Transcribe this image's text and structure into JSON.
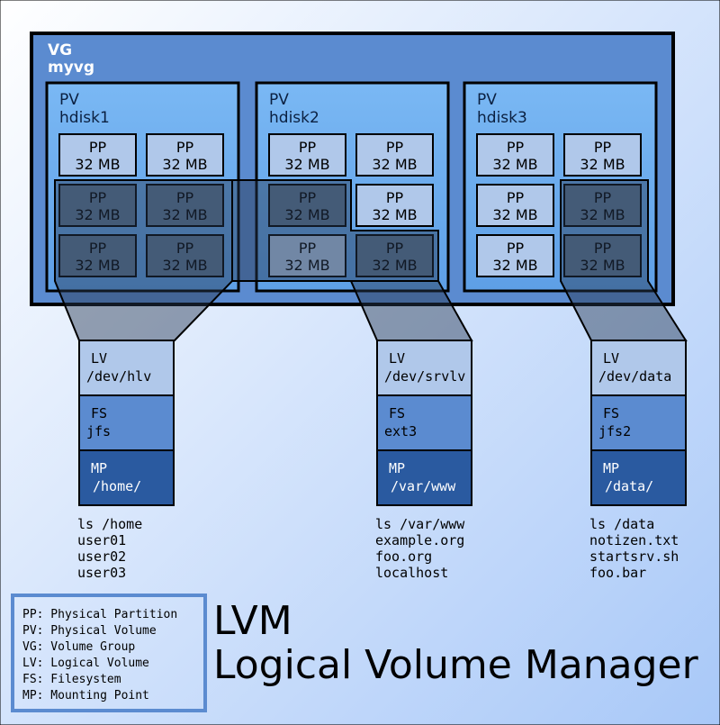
{
  "colors": {
    "background_start": "#ffffff",
    "background_end": "#a8c8f8",
    "vg_fill": "#5b8bd0",
    "pv_fill": "#6aaaee",
    "pp_fill": "#b0c8ea",
    "pp_used_fill": "#5e7896",
    "lv_fill": "#b0c8ea",
    "fs_fill": "#5b8bd0",
    "mp_fill": "#2a5aa0",
    "border": "#000000",
    "legend_border": "#5b8bd0"
  },
  "vg": {
    "type": "VG",
    "name": "myvg"
  },
  "pvs": [
    {
      "type": "PV",
      "name": "hdisk1",
      "pps": [
        {
          "label": "PP",
          "size": "32 MB",
          "used": false
        },
        {
          "label": "PP",
          "size": "32 MB",
          "used": false
        },
        {
          "label": "PP",
          "size": "32 MB",
          "used": true
        },
        {
          "label": "PP",
          "size": "32 MB",
          "used": true
        },
        {
          "label": "PP",
          "size": "32 MB",
          "used": true
        },
        {
          "label": "PP",
          "size": "32 MB",
          "used": true
        }
      ]
    },
    {
      "type": "PV",
      "name": "hdisk2",
      "pps": [
        {
          "label": "PP",
          "size": "32 MB",
          "used": false
        },
        {
          "label": "PP",
          "size": "32 MB",
          "used": false
        },
        {
          "label": "PP",
          "size": "32 MB",
          "used": true
        },
        {
          "label": "PP",
          "size": "32 MB",
          "used": false
        },
        {
          "label": "PP",
          "size": "32 MB",
          "used": false
        },
        {
          "label": "PP",
          "size": "32 MB",
          "used": true
        }
      ]
    },
    {
      "type": "PV",
      "name": "hdisk3",
      "pps": [
        {
          "label": "PP",
          "size": "32 MB",
          "used": false
        },
        {
          "label": "PP",
          "size": "32 MB",
          "used": false
        },
        {
          "label": "PP",
          "size": "32 MB",
          "used": false
        },
        {
          "label": "PP",
          "size": "32 MB",
          "used": true
        },
        {
          "label": "PP",
          "size": "32 MB",
          "used": false
        },
        {
          "label": "PP",
          "size": "32 MB",
          "used": true
        }
      ]
    }
  ],
  "stacks": [
    {
      "lv": {
        "type": "LV",
        "name": "/dev/hlv"
      },
      "fs": {
        "type": "FS",
        "name": "jfs"
      },
      "mp": {
        "type": "MP",
        "name": "/home/"
      },
      "listing": [
        "ls /home",
        "user01",
        "user02",
        "user03"
      ]
    },
    {
      "lv": {
        "type": "LV",
        "name": "/dev/srvlv"
      },
      "fs": {
        "type": "FS",
        "name": "ext3"
      },
      "mp": {
        "type": "MP",
        "name": "/var/www"
      },
      "listing": [
        "ls /var/www",
        "example.org",
        "foo.org",
        "localhost"
      ]
    },
    {
      "lv": {
        "type": "LV",
        "name": "/dev/data"
      },
      "fs": {
        "type": "FS",
        "name": "jfs2"
      },
      "mp": {
        "type": "MP",
        "name": "/data/"
      },
      "listing": [
        "ls /data",
        "notizen.txt",
        "startsrv.sh",
        "foo.bar"
      ]
    }
  ],
  "legend": [
    "PP: Physical Partition",
    "PV: Physical Volume",
    "VG: Volume Group",
    "LV: Logical Volume",
    "FS: Filesystem",
    "MP: Mounting Point"
  ],
  "title": {
    "line1": "LVM",
    "line2": "Logical Volume Manager"
  }
}
